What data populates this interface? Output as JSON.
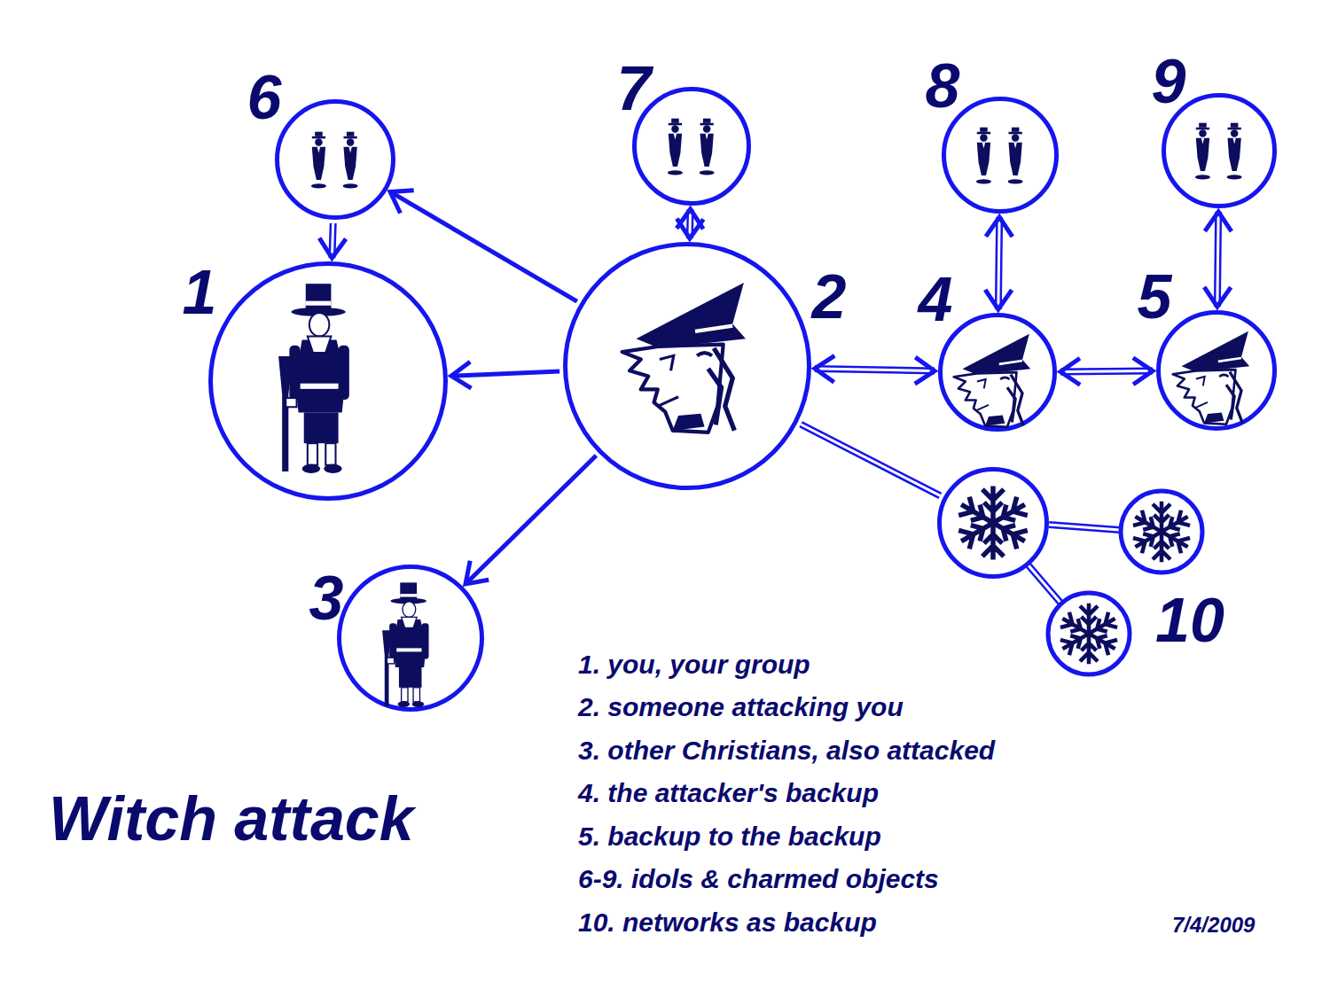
{
  "diagram": {
    "title": "Witch attack",
    "nodes": [
      {
        "text": [
          "6"
        ]
      },
      {
        "text": [
          "7"
        ]
      },
      {
        "text": [
          "8"
        ]
      },
      {
        "text": [
          "9"
        ]
      },
      {
        "text": [
          "1"
        ]
      },
      {
        "text": [
          "2"
        ]
      },
      {
        "text": [
          "4"
        ]
      },
      {
        "text": [
          "5"
        ]
      },
      {
        "text": [
          "10"
        ]
      },
      {
        "text": [
          "3"
        ]
      }
    ],
    "edges": [
      {
        "from": 5,
        "to": 0,
        "arrow": "to"
      },
      {
        "from": 5,
        "to": 4,
        "arrow": "to"
      },
      {
        "from": 5,
        "to": 9,
        "arrow": "to"
      },
      {
        "from": 0,
        "to": 4,
        "arrow": "to"
      },
      {
        "from": 1,
        "to": 5,
        "arrow": "both"
      },
      {
        "from": 5,
        "to": 6,
        "arrow": "both"
      },
      {
        "from": 6,
        "to": 7,
        "arrow": "both"
      },
      {
        "from": 2,
        "to": 6,
        "arrow": "both"
      },
      {
        "from": 3,
        "to": 7,
        "arrow": "both"
      },
      {
        "from": 5,
        "to": 8,
        "arrow": "none"
      }
    ],
    "labels": [
      "1. you, your group",
      "2. someone attacking you",
      "3. other Christians, also attacked",
      "4. the attacker's backup",
      "5. backup to the backup",
      "6-9. idols & charmed objects",
      "10. networks as backup",
      "7/4/2009"
    ]
  }
}
